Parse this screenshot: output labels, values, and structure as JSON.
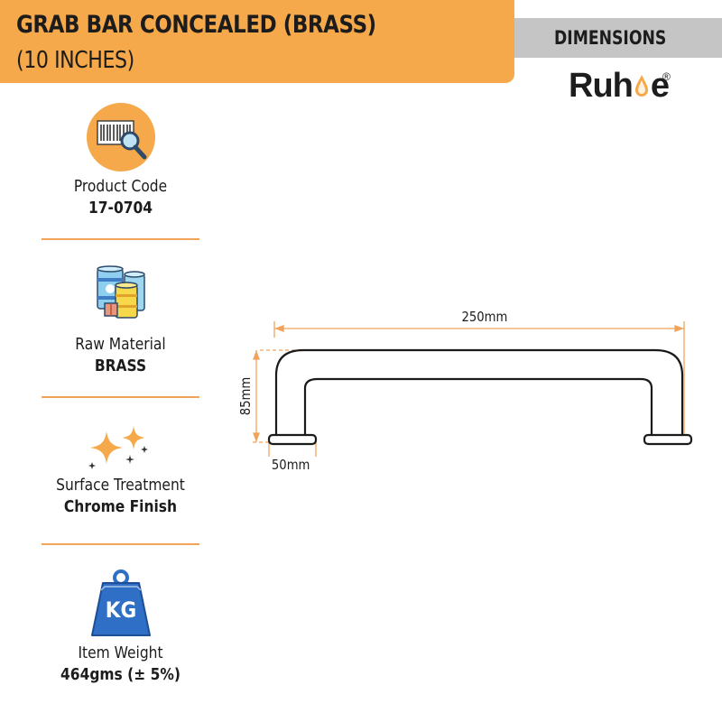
{
  "header": {
    "title": "GRAB BAR CONCEALED (BRASS)",
    "subtitle": "(10 INCHES)"
  },
  "dimensions_tab": {
    "label": "DIMENSIONS"
  },
  "brand": {
    "name_part1": "Ru",
    "name_part2": "h",
    "name_part3": "e",
    "registered": "®"
  },
  "specs": [
    {
      "icon": "barcode-search-icon",
      "label": "Product Code",
      "value": "17-0704"
    },
    {
      "icon": "raw-material-drums-icon",
      "label": "Raw Material",
      "value": "BRASS"
    },
    {
      "icon": "sparkle-icon",
      "label": "Surface Treatment",
      "value": "Chrome Finish"
    },
    {
      "icon": "kg-weight-icon",
      "label": "Item Weight",
      "value": "464gms (± 5%)"
    }
  ],
  "weight_icon_text": "KG",
  "diagram": {
    "length": "250mm",
    "height": "85mm",
    "base": "50mm"
  },
  "colors": {
    "accent": "#f5a94a",
    "tab": "#c5c5c5",
    "divider": "#f0a35a",
    "dimension_line": "#f0a35a",
    "icon_circle": "#f5a94a",
    "weight_blue": "#2f6fc6"
  }
}
